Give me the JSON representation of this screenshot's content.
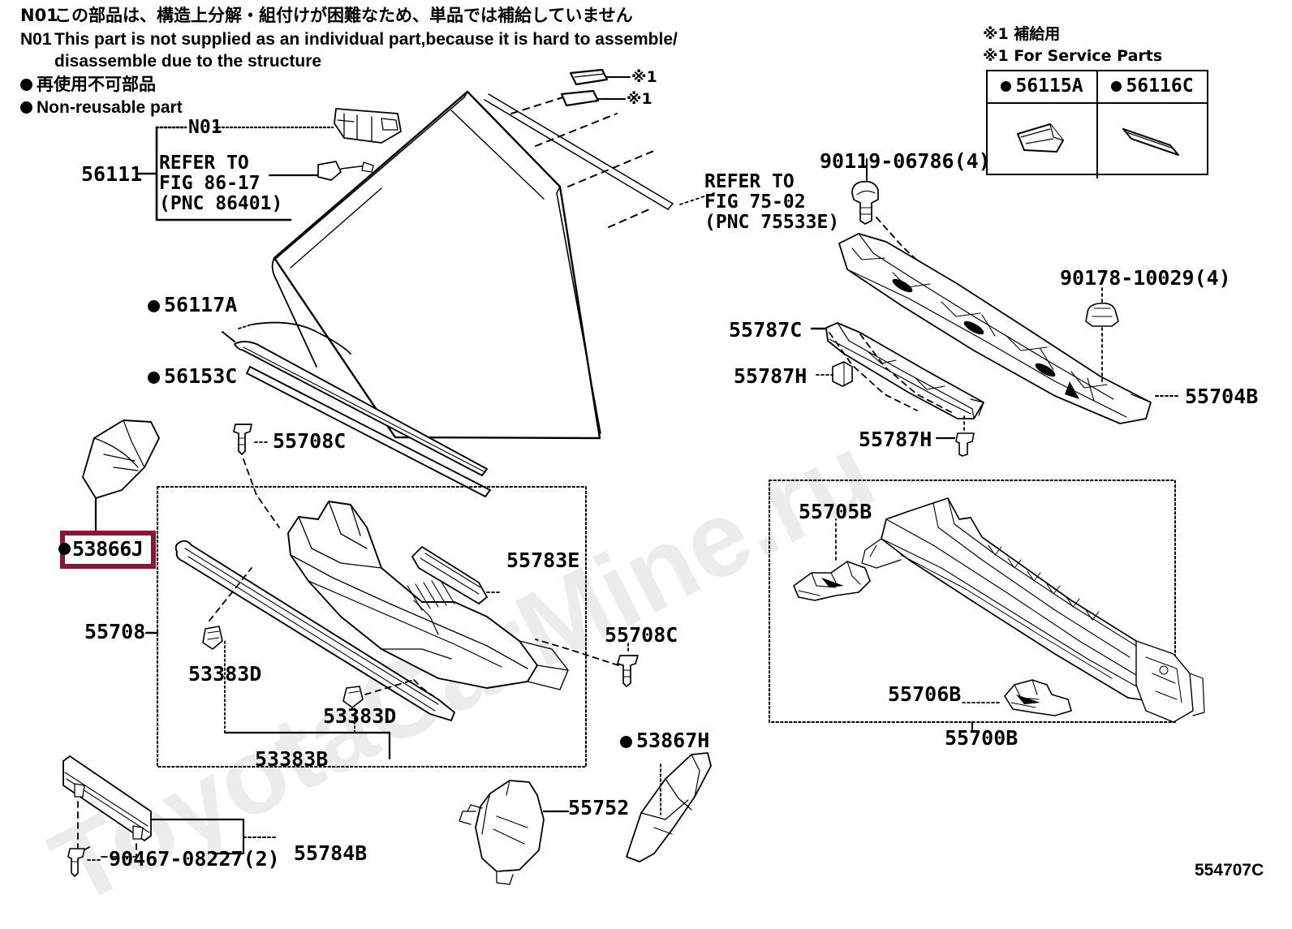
{
  "figure": {
    "number": "554707C"
  },
  "notes": {
    "n01_code": "N01",
    "n01_jp": "この部品は、構造上分解・組付けが困難なため、単品では補給していません",
    "n01_en_line1": "This part is not supplied as an individual part,because it is hard to assemble/",
    "n01_en_line2": "disassemble due to the structure",
    "nonreuse_jp": "再使用不可部品",
    "nonreuse_en": "Non-reusable part"
  },
  "service_parts": {
    "title_jp": "※1 補給用",
    "title_en": "※1 For Service Parts",
    "columns": [
      {
        "label": "56115A",
        "nonreusable": true
      },
      {
        "label": "56116C",
        "nonreusable": true
      }
    ]
  },
  "refer_boxes": [
    {
      "id": "refer-86-17",
      "part": "56111",
      "note_code": "N01",
      "line1": "REFER TO",
      "line2": "FIG 86-17",
      "line3": "(PNC 86401)"
    },
    {
      "id": "refer-75-02",
      "line1": "REFER TO",
      "line2": "FIG 75-02",
      "line3": "(PNC 75533E)"
    }
  ],
  "markers": {
    "service_ref_1": "※1",
    "service_ref_2": "※1"
  },
  "callouts": [
    {
      "id": "c-56117A",
      "label": "56117A",
      "nonreusable": true
    },
    {
      "id": "c-56153C",
      "label": "56153C",
      "nonreusable": true
    },
    {
      "id": "c-55708C-top",
      "label": "55708C",
      "nonreusable": false
    },
    {
      "id": "c-53866J",
      "label": "53866J",
      "nonreusable": true,
      "highlighted": true
    },
    {
      "id": "c-55708",
      "label": "55708",
      "nonreusable": false
    },
    {
      "id": "c-53383D-left",
      "label": "53383D",
      "nonreusable": false
    },
    {
      "id": "c-53383D-right",
      "label": "53383D",
      "nonreusable": false
    },
    {
      "id": "c-53383B",
      "label": "53383B",
      "nonreusable": false
    },
    {
      "id": "c-55783E",
      "label": "55783E",
      "nonreusable": false
    },
    {
      "id": "c-55708C-right",
      "label": "55708C",
      "nonreusable": false
    },
    {
      "id": "c-53867H",
      "label": "53867H",
      "nonreusable": true
    },
    {
      "id": "c-55752",
      "label": "55752",
      "nonreusable": false
    },
    {
      "id": "c-55784B",
      "label": "55784B",
      "nonreusable": false
    },
    {
      "id": "c-90467",
      "label": "90467-08227(2)",
      "nonreusable": false
    },
    {
      "id": "c-90119",
      "label": "90119-06786(4)",
      "nonreusable": false
    },
    {
      "id": "c-90178",
      "label": "90178-10029(4)",
      "nonreusable": false
    },
    {
      "id": "c-55787C",
      "label": "55787C",
      "nonreusable": false
    },
    {
      "id": "c-55787H-mid",
      "label": "55787H",
      "nonreusable": false
    },
    {
      "id": "c-55787H-low",
      "label": "55787H",
      "nonreusable": false
    },
    {
      "id": "c-55704B",
      "label": "55704B",
      "nonreusable": false
    },
    {
      "id": "c-55705B",
      "label": "55705B",
      "nonreusable": false
    },
    {
      "id": "c-55706B",
      "label": "55706B",
      "nonreusable": false
    },
    {
      "id": "c-55700B",
      "label": "55700B",
      "nonreusable": false
    }
  ],
  "watermark": {
    "text": "ToyotaCarMine.ru",
    "color": "#ececec"
  },
  "colors": {
    "highlight": "#8f1433",
    "ink": "#000000",
    "paper": "#ffffff"
  }
}
